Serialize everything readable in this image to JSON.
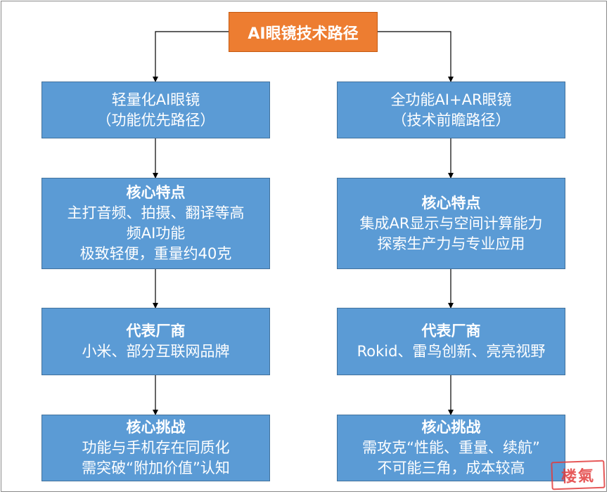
{
  "root": {
    "title": "AI眼镜技术路径"
  },
  "left": {
    "branch": {
      "line1": "轻量化AI眼镜",
      "line2": "（功能优先路径）"
    },
    "features": {
      "heading": "核心特点",
      "lines": [
        "主打音频、拍摄、翻译等高",
        "频AI功能",
        "极致轻便，重量约40克"
      ]
    },
    "vendors": {
      "heading": "代表厂商",
      "lines": [
        "小米、部分互联网品牌"
      ]
    },
    "challenges": {
      "heading": "核心挑战",
      "lines": [
        "功能与手机存在同质化",
        "需突破“附加价值”认知"
      ]
    }
  },
  "right": {
    "branch": {
      "line1": "全功能AI+AR眼镜",
      "line2": "（技术前瞻路径）"
    },
    "features": {
      "heading": "核心特点",
      "lines": [
        "集成AR显示与空间计算能力",
        "探索生产力与专业应用"
      ]
    },
    "vendors": {
      "heading": "代表厂商",
      "lines": [
        "Rokid、雷鸟创新、亮亮视野"
      ]
    },
    "challenges": {
      "heading": "核心挑战",
      "lines": [
        "需攻克“性能、重量、续航”",
        "不可能三角，成本较高"
      ]
    }
  },
  "watermark": {
    "text": "楼氣",
    "color": "#e23c3c"
  },
  "colors": {
    "root_fill": "#ed7d31",
    "box_fill": "#5b9bd5",
    "box_border": "#41719c",
    "arrow": "#000000"
  }
}
